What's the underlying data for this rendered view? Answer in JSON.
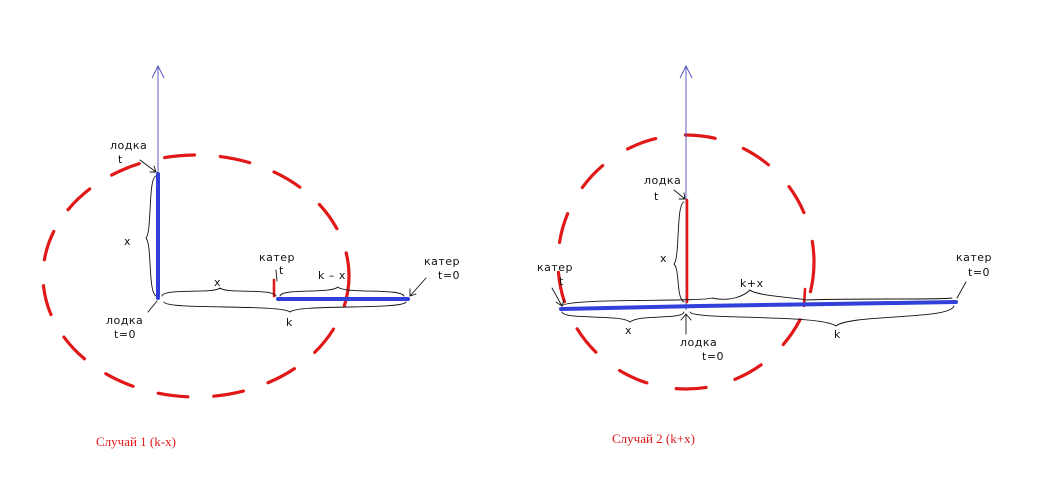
{
  "diagram1": {
    "boat_t": [
      "лодка",
      "t"
    ],
    "boat_t0": [
      "лодка",
      "t=0"
    ],
    "cutter_t": [
      "катер",
      "t"
    ],
    "cutter_t0": [
      "катер",
      "t=0"
    ],
    "label_x_vertical": "x",
    "label_x_horizontal": "x",
    "label_k_minus_x": "k – x",
    "label_k": "k",
    "caption": "Случай 1 (k-x)"
  },
  "diagram2": {
    "boat_t": [
      "лодка",
      "t"
    ],
    "boat_t0": [
      "лодка",
      "t=0"
    ],
    "cutter_t": [
      "катер",
      "t"
    ],
    "cutter_t0": [
      "катер",
      "t=0"
    ],
    "label_x_vertical": "x",
    "label_x_horizontal": "x",
    "label_k_plus_x": "k+x",
    "label_k": "k",
    "caption": "Случай 2 (k+x)"
  },
  "colors": {
    "circle": "#e01818",
    "path": "#3040d8",
    "axis": "#4a4ab8",
    "ink": "#111111"
  }
}
